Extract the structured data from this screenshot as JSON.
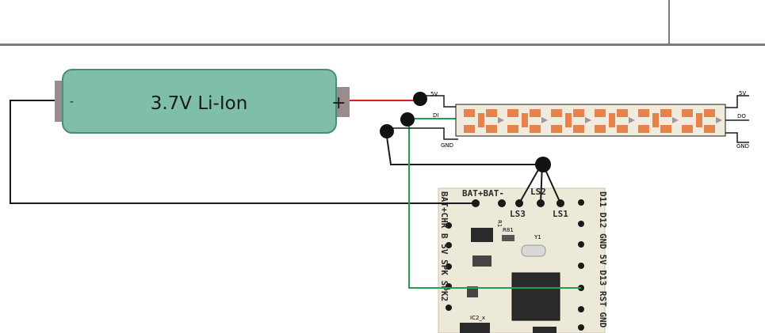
{
  "battery": {
    "label": "3.7V Li-Ion",
    "minus_sign": "-",
    "plus_sign": "+"
  },
  "led_strip": {
    "left_pins": [
      "5V",
      "DI",
      "GND"
    ],
    "right_pins": [
      "5V",
      "DO",
      "GND"
    ]
  },
  "board": {
    "top_pins": "BAT+BAT-",
    "ls_labels": [
      "LS2",
      "LS3",
      "LS1"
    ],
    "left_pins": "BAT+CHR B 5V SPK SPK2",
    "right_pins": "D11 D12 GND 5V D13 RST GND",
    "component_labels": [
      "IC2_x",
      "R1",
      "R81",
      "Y1"
    ]
  },
  "colors": {
    "battery_fill": "#7fbfa9",
    "battery_border": "#4d8c78",
    "terminal": "#9a8c8c",
    "wire_red": "#d42020",
    "wire_black": "#1a1a1a",
    "wire_green": "#22a050",
    "led_orange": "#e6834a",
    "strip_fill": "#f0ebdd",
    "pcb_fill": "#ece9d8"
  }
}
